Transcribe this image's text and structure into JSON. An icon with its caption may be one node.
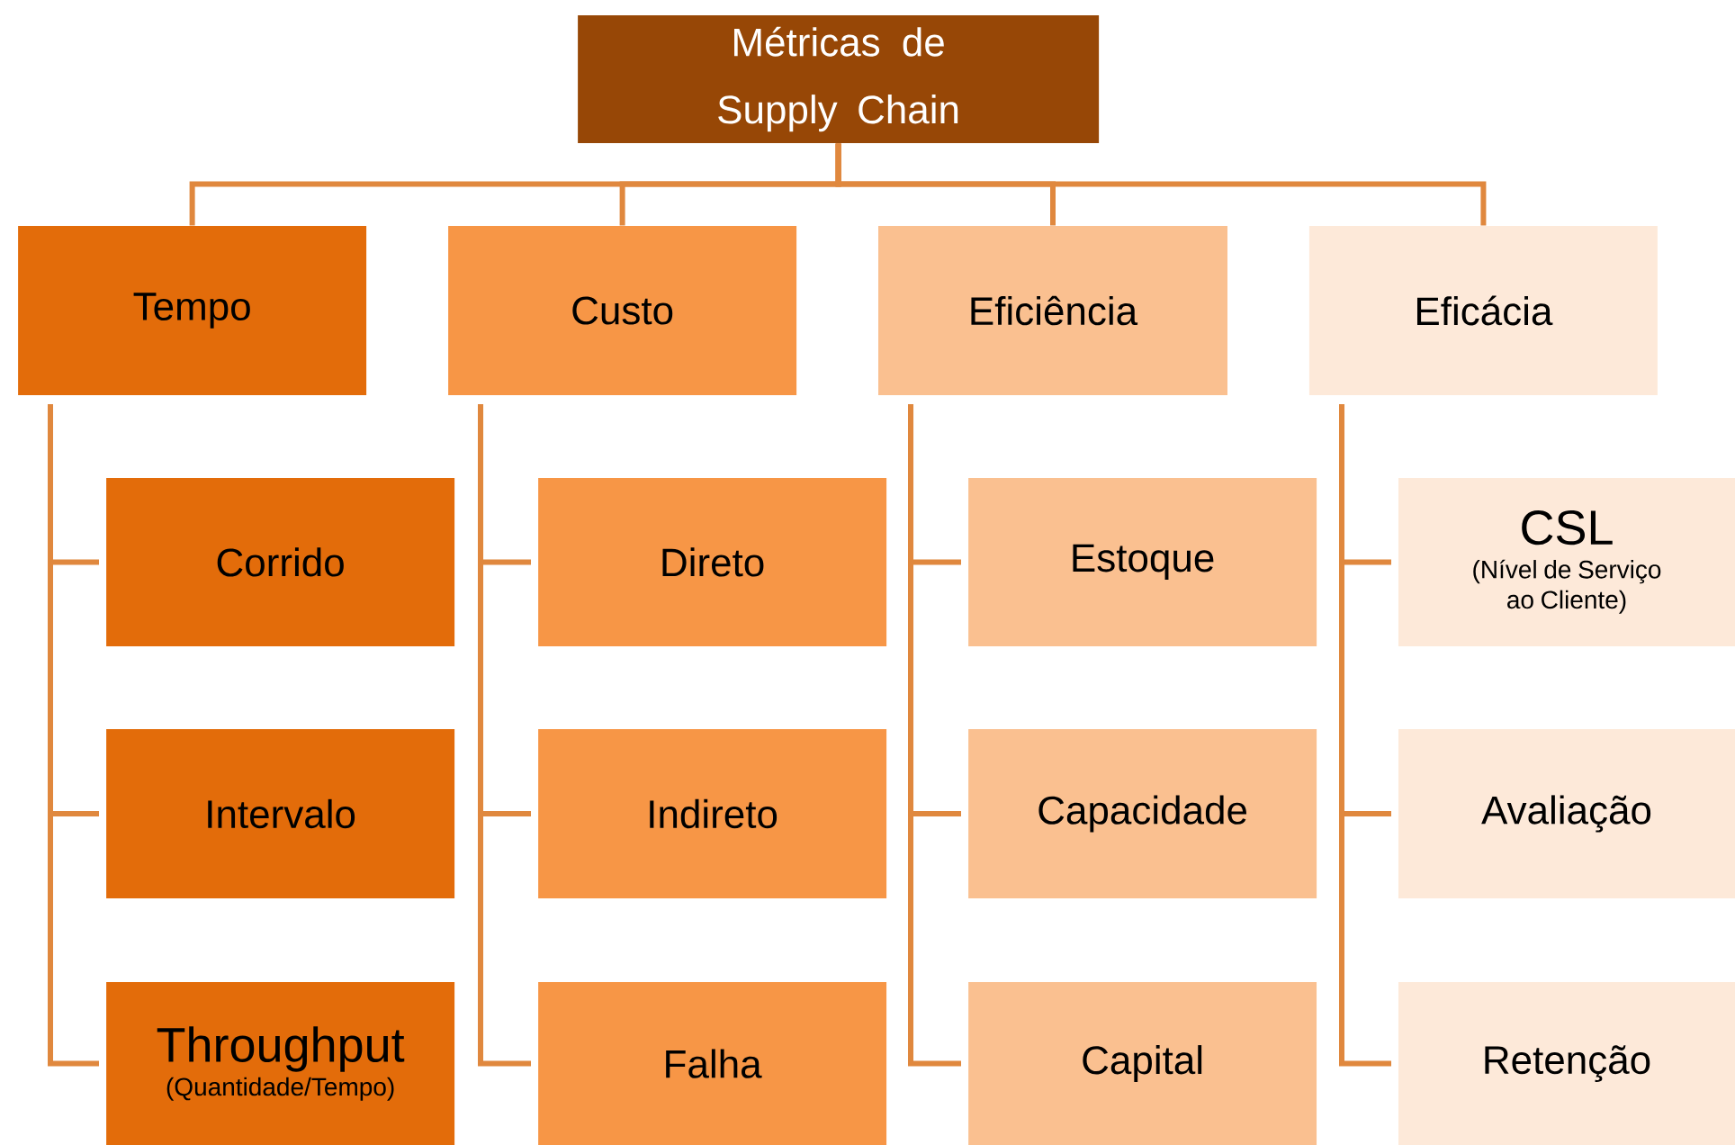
{
  "diagram": {
    "nodes": [
      {
        "text": [
          "Métricas de Supply Chain"
        ]
      },
      {
        "text": [
          "Tempo"
        ]
      },
      {
        "text": [
          "Custo"
        ]
      },
      {
        "text": [
          "Eficiência"
        ]
      },
      {
        "text": [
          "Eficácia"
        ]
      },
      {
        "text": [
          "Corrido"
        ]
      },
      {
        "text": [
          "Direto"
        ]
      },
      {
        "text": [
          "Estoque"
        ]
      },
      {
        "text": [
          "CSL",
          "(Nível de Serviço ao Cliente)"
        ]
      },
      {
        "text": [
          "Intervalo"
        ]
      },
      {
        "text": [
          "Indireto"
        ]
      },
      {
        "text": [
          "Capacidade"
        ]
      },
      {
        "text": [
          "Avaliação"
        ]
      },
      {
        "text": [
          "Throughput",
          "(Quantidade/Tempo)"
        ]
      },
      {
        "text": [
          "Falha"
        ]
      },
      {
        "text": [
          "Capital"
        ]
      },
      {
        "text": [
          "Retenção"
        ]
      }
    ],
    "edges": [
      {
        "from": 0,
        "to": 1,
        "arrow": "none"
      },
      {
        "from": 0,
        "to": 2,
        "arrow": "none"
      },
      {
        "from": 0,
        "to": 3,
        "arrow": "none"
      },
      {
        "from": 0,
        "to": 4,
        "arrow": "none"
      },
      {
        "from": 1,
        "to": 5,
        "arrow": "none"
      },
      {
        "from": 1,
        "to": 9,
        "arrow": "none"
      },
      {
        "from": 1,
        "to": 13,
        "arrow": "none"
      },
      {
        "from": 2,
        "to": 6,
        "arrow": "none"
      },
      {
        "from": 2,
        "to": 10,
        "arrow": "none"
      },
      {
        "from": 2,
        "to": 14,
        "arrow": "none"
      },
      {
        "from": 3,
        "to": 7,
        "arrow": "none"
      },
      {
        "from": 3,
        "to": 11,
        "arrow": "none"
      },
      {
        "from": 3,
        "to": 15,
        "arrow": "none"
      },
      {
        "from": 4,
        "to": 8,
        "arrow": "none"
      },
      {
        "from": 4,
        "to": 12,
        "arrow": "none"
      },
      {
        "from": 4,
        "to": 16,
        "arrow": "none"
      }
    ]
  }
}
